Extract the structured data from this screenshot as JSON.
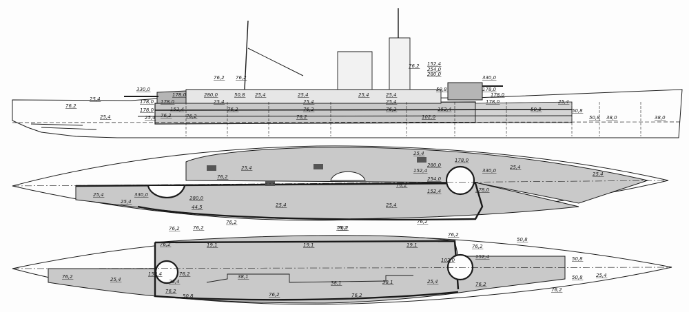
{
  "colors": {
    "armor": "#c9c9c9",
    "outline": "#1a1a1a",
    "background": "#fdfdfd",
    "thick_line": "#2a2a2a"
  },
  "profile": {
    "labels": [
      "330,0",
      "178,0",
      "280,0",
      "76,2",
      "76,2",
      "50,8",
      "25,4",
      "25,4",
      "25,4",
      "25,4",
      "152,4",
      "254,0",
      "280,0",
      "76,2",
      "50,8",
      "330,0",
      "178,0",
      "178,0",
      "25,4",
      "25,4",
      "25,4",
      "178,0",
      "178,0",
      "152,4",
      "76,2",
      "25,4",
      "25,4",
      "76,2",
      "76,2",
      "76,2",
      "76,2",
      "102,0",
      "152,4",
      "178,0",
      "50,8",
      "50,8",
      "25,4",
      "50,8",
      "38,0",
      "38,0",
      "76,2",
      "25,4",
      "178,0",
      "76,2"
    ]
  },
  "upper_deck": {
    "labels": [
      "25,4",
      "25,4",
      "76,2",
      "152,4",
      "280,0",
      "178,0",
      "330,0",
      "25,4",
      "25,4",
      "254,0",
      "76,2",
      "152,4",
      "330,0",
      "178,0",
      "25,4",
      "25,4",
      "280,0",
      "44,5",
      "25,4",
      "25,4",
      "76,2",
      "76,2",
      "76,2"
    ]
  },
  "lower_deck": {
    "labels": [
      "76,2",
      "76,2",
      "76,2",
      "19,1",
      "19,1",
      "19,1",
      "76,2",
      "76,2",
      "76,2",
      "152,4",
      "102,0",
      "152,4",
      "50,8",
      "76,2",
      "76,2",
      "25,4",
      "25,4",
      "38,1",
      "38,1",
      "38,1",
      "25,4",
      "25,4",
      "50,8",
      "50,8",
      "76,2",
      "76,2",
      "76,2",
      "76,2",
      "76,2",
      "50,8"
    ]
  }
}
